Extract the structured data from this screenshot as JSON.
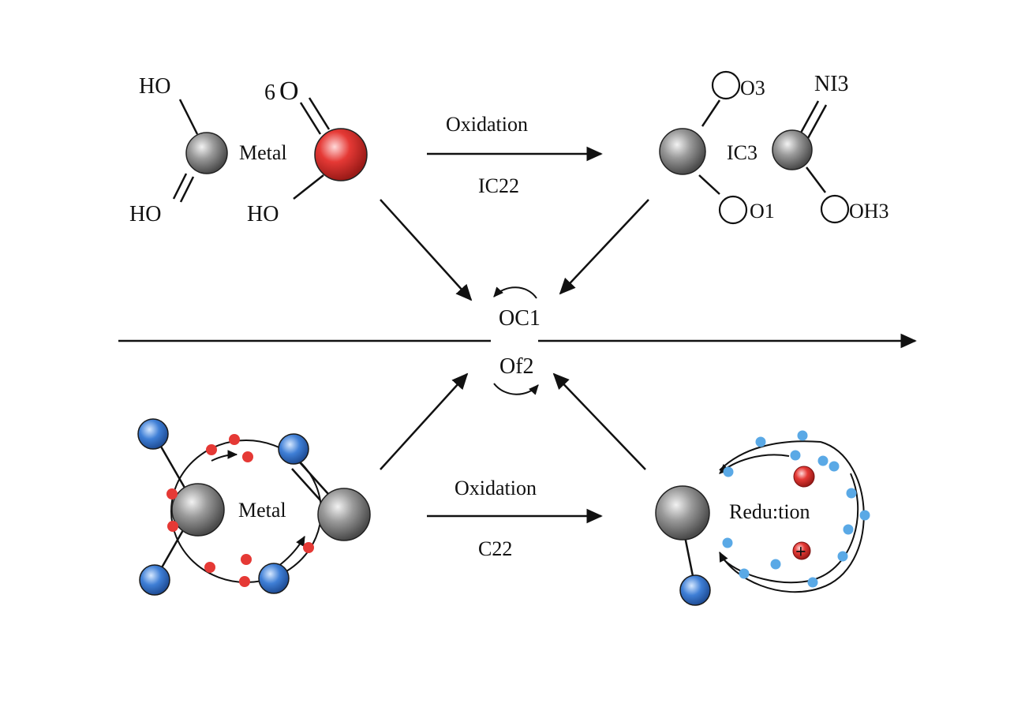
{
  "colors": {
    "metal_atom": "#8a8a8a",
    "oxygen_atom": "#e53935",
    "ligand_atom": "#3f7fd6",
    "electron_red": "#e53935",
    "electron_blue": "#5aa9e6",
    "line": "#111111"
  },
  "top_left": {
    "label_ho_top": "HO",
    "label_ho_bottom": "HO",
    "label_metal": "Metal",
    "label_6o": "6",
    "label_o_top": "O",
    "label_ho_right": "HO"
  },
  "top_arrow": {
    "label_above": "Oxidation",
    "label_below": "IC22"
  },
  "top_right": {
    "label_o3": "O3",
    "label_ic3": "IC3",
    "label_o1": "O1",
    "label_ni3": "NI3",
    "label_oh3": "OH3"
  },
  "center": {
    "label_oc1": "OC1",
    "label_of2": "Of2"
  },
  "bottom_left": {
    "label_metal": "Metal"
  },
  "bottom_arrow": {
    "label_above": "Oxidation",
    "label_below": "C22"
  },
  "bottom_right": {
    "label_reduction": "Redu:tion",
    "label_plus": "+"
  }
}
